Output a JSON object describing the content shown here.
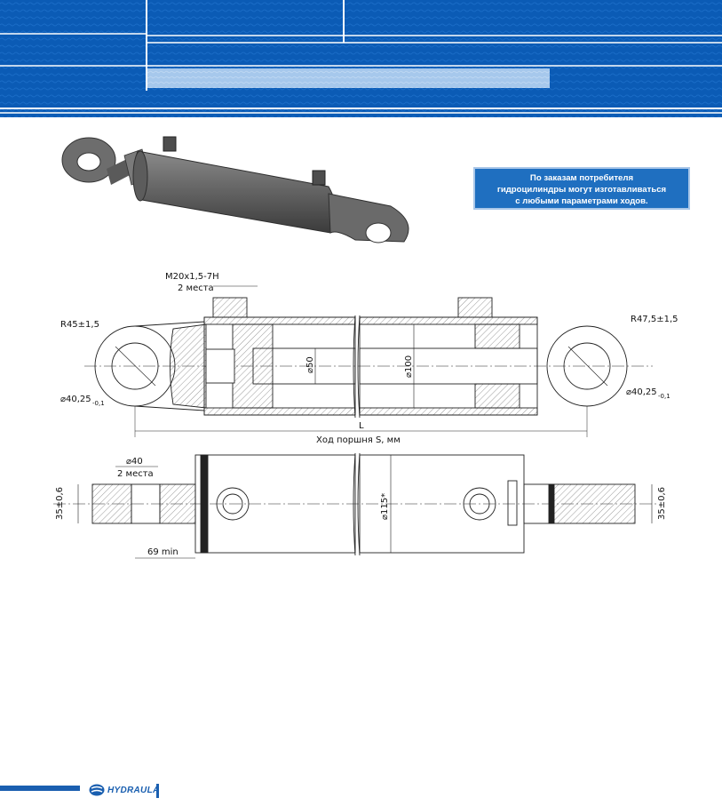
{
  "notice": {
    "line1": "По заказам потребителя",
    "line2": "гидроцилиндры могут изготавливаться",
    "line3": "с любыми параметрами ходов."
  },
  "dimensions": {
    "thread": "M20x1,5-7H",
    "thread_qty": "2 места",
    "radius_left": "R45±1,5",
    "radius_right": "R47,5±1,5",
    "bore_left": "⌀40,25",
    "bore_left_tol": "-0,1",
    "bore_right": "⌀40,25",
    "bore_right_tol": "-0,1",
    "rod_dia": "⌀50",
    "piston_dia": "⌀100",
    "length": "L",
    "stroke": "Ход поршня S, мм",
    "boss_dia": "⌀40",
    "boss_qty": "2 места",
    "width_left": "35±0,6",
    "width_right": "35±0,6",
    "body_dia": "⌀115*",
    "min_dist": "69 min"
  },
  "footer": {
    "logo_text": "HYDRAULA"
  },
  "colors": {
    "header_blue": "#0b5bb5",
    "header_dark": "#0a4e9c",
    "header_light_bar": "#9fc2ea",
    "notice_bg": "#1f6fc0"
  }
}
